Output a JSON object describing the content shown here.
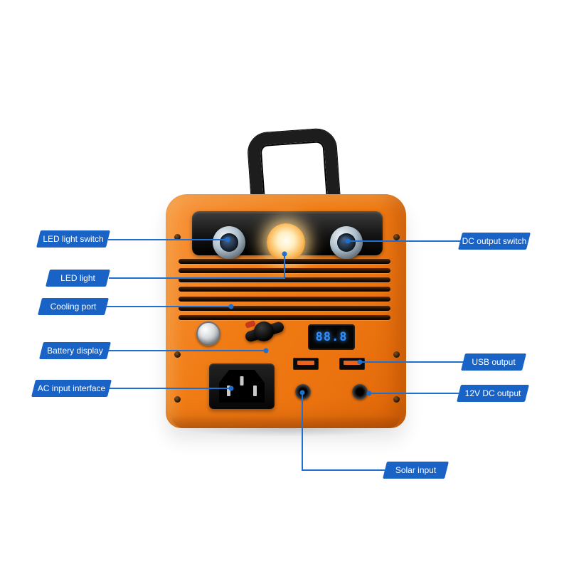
{
  "colors": {
    "label_blue": "#1a63c6",
    "line_blue": "#1f6fd0",
    "display_digits": "#2f8fff",
    "device_orange": "#f07c15"
  },
  "device": {
    "display_value": "88.8"
  },
  "callouts": {
    "led_light_switch": {
      "label": "LED light switch"
    },
    "led_light": {
      "label": "LED light"
    },
    "cooling_port": {
      "label": "Cooling port"
    },
    "battery_display": {
      "label": "Battery display"
    },
    "ac_input_interface": {
      "label": "AC input interface"
    },
    "dc_output_switch": {
      "label": "DC output switch"
    },
    "usb_output": {
      "label": "USB output"
    },
    "dc_12v_output": {
      "label": "12V DC output"
    },
    "solar_input": {
      "label": "Solar input"
    }
  }
}
